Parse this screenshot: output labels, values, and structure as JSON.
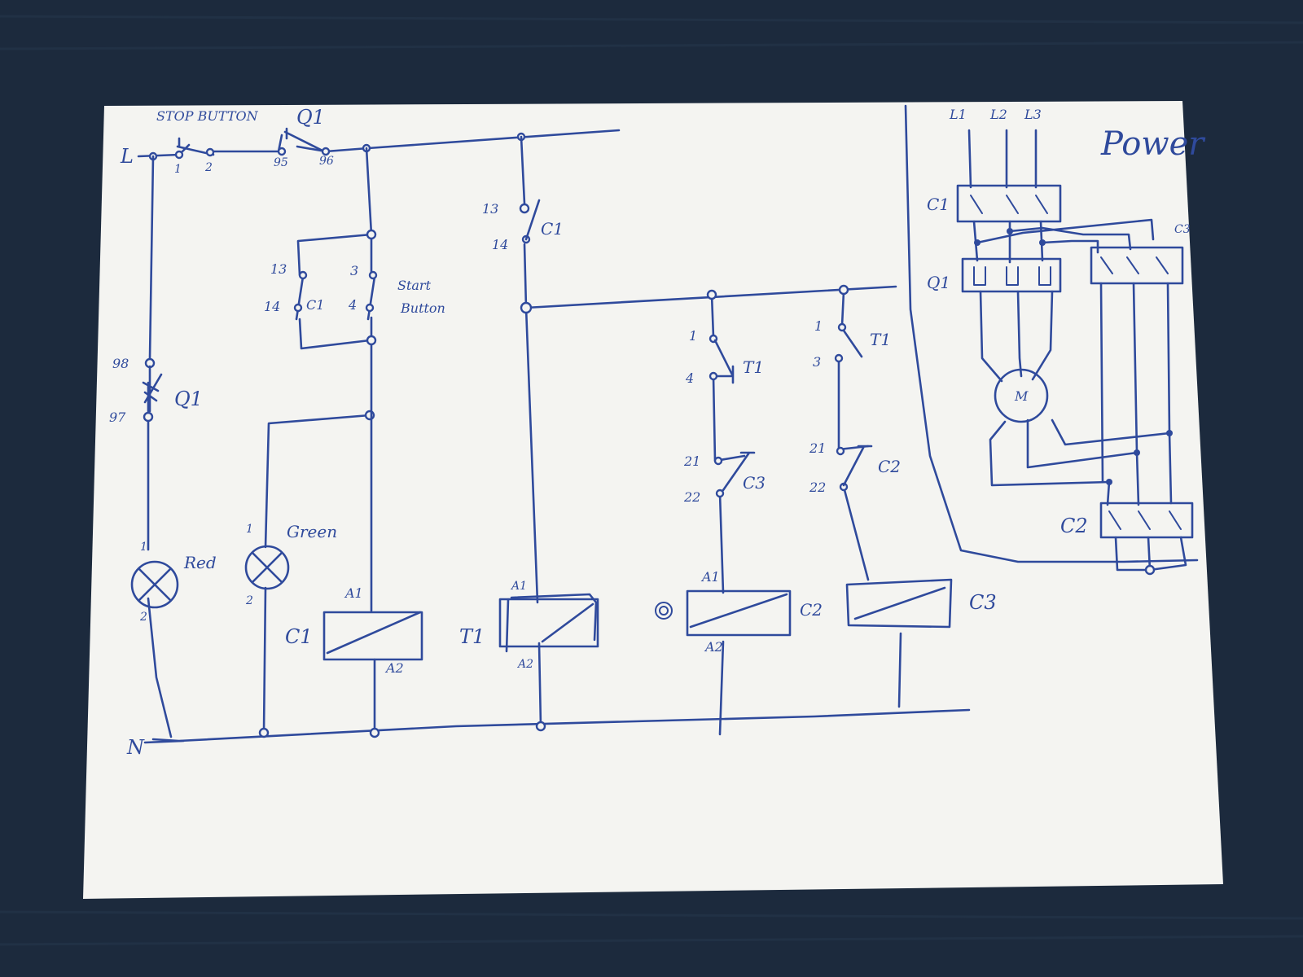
{
  "colors": {
    "table": "#1c2a3d",
    "paper": "#f4f4f1",
    "ink": "#2f4a9c"
  },
  "control": {
    "L": "L",
    "N": "N",
    "stop_button": "STOP BUTTON",
    "Q1_top": "Q1",
    "t_1": "1",
    "t_2": "2",
    "t_95": "95",
    "t_96": "96",
    "t_13": "13",
    "t_14": "14",
    "t_3": "3",
    "t_4": "4",
    "C1_holding": "C1",
    "start_button_1": "Start",
    "start_button_2": "Button",
    "t_98": "98",
    "t_97": "97",
    "Q1_overload": "Q1",
    "lamp_red_t1": "1",
    "lamp_red_t2": "2",
    "lamp_red": "Red",
    "lamp_green_t1": "1",
    "lamp_green_t2": "2",
    "lamp_green": "Green",
    "C1_coil_A1": "A1",
    "C1_coil_A2": "A2",
    "C1_coil": "C1",
    "t_13b": "13",
    "t_14b": "14",
    "C1_contact": "C1",
    "T1_coil_A1": "A1",
    "T1_coil_A2": "A2",
    "T1_coil": "T1",
    "T1_nc_1": "1",
    "T1_nc_4": "4",
    "T1_nc": "T1",
    "C3_nc_21": "21",
    "C3_nc_22": "22",
    "C3_nc": "C3",
    "C2_coil_A1": "A1",
    "C2_coil_A2": "A2",
    "C2_coil": "C2",
    "T1_no_1": "1",
    "T1_no_3": "3",
    "T1_no": "T1",
    "C2_nc_21": "21",
    "C2_nc_22": "22",
    "C2_nc": "C2",
    "C3_coil": "C3"
  },
  "power": {
    "title": "Power",
    "L1": "L1",
    "L2": "L2",
    "L3": "L3",
    "C1": "C1",
    "Q1": "Q1",
    "C3": "C3",
    "motor": "M",
    "C2": "C2"
  }
}
